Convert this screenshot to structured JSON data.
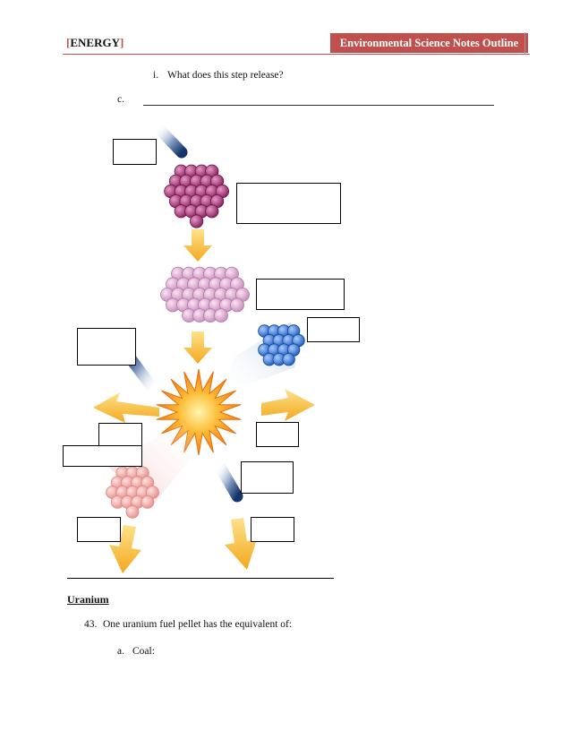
{
  "header": {
    "bracket_open": "[",
    "section": "ENERGY",
    "bracket_close": "]",
    "title": "Environmental Science Notes Outline"
  },
  "outline": {
    "item_i_marker": "i.",
    "item_i_text": "What does this step release?",
    "item_c_marker": "c."
  },
  "diagram": {
    "colors": {
      "target_nucleus": "#9b2f6e",
      "excited_nucleus": "#dca6cf",
      "neutron_product": "#3b7ddc",
      "flash": "#f7941d",
      "arrow": "#f6b62e",
      "neutron": "#1f3f73"
    }
  },
  "uranium_section": {
    "heading": "Uranium",
    "q_number": "43.",
    "q_text": "One uranium fuel pellet has the equivalent of:",
    "a_marker": "a.",
    "a_text": "Coal:"
  }
}
